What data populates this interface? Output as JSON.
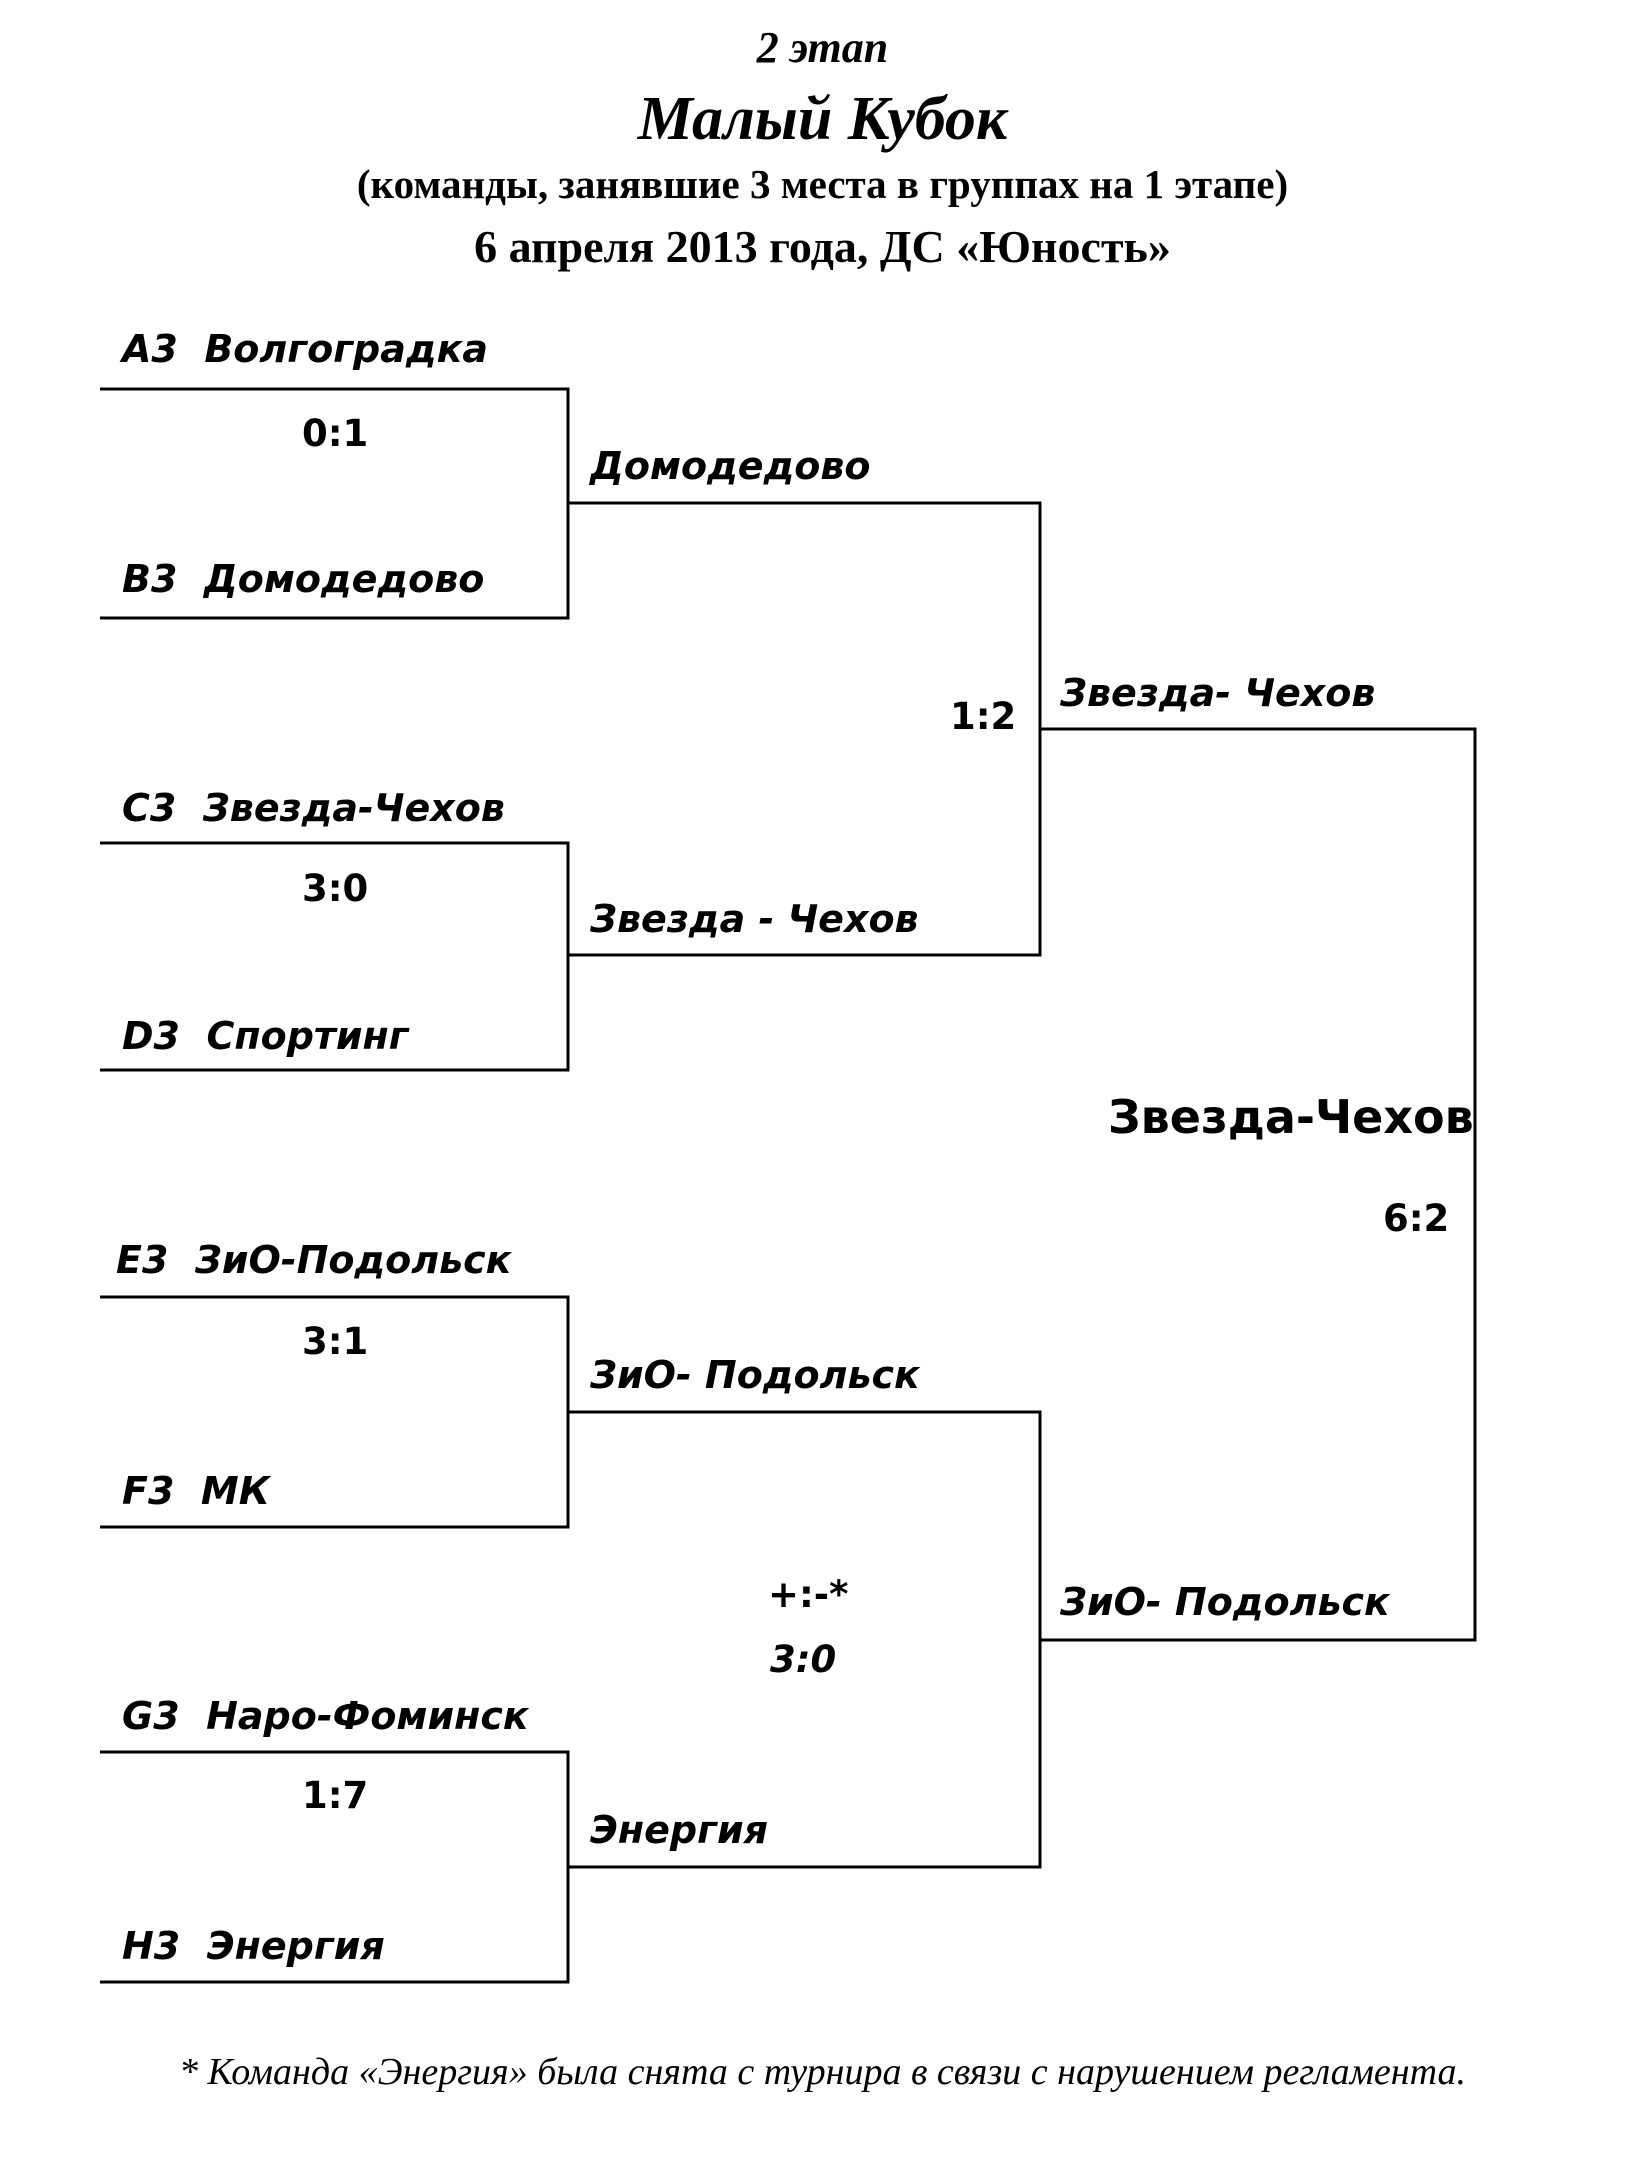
{
  "header": {
    "stage": "2 этап",
    "cup": "Малый Кубок",
    "subtitle": "(команды, занявшие 3 места в группах на 1 этапе)",
    "date_venue": "6 апреля 2013 года, ДС «Юность»"
  },
  "round1": [
    {
      "seed_a": "А3",
      "team_a": "Волгоградка",
      "score": "0:1",
      "seed_b": "В3",
      "team_b": "Домодедово"
    },
    {
      "seed_a": "С3",
      "team_a": "Звезда-Чехов",
      "score": "3:0",
      "seed_b": "D3",
      "team_b": "Спортинг"
    },
    {
      "seed_a": "Е3",
      "team_a": "ЗиО-Подольск",
      "score": "3:1",
      "seed_b": "F3",
      "team_b": "МК"
    },
    {
      "seed_a": "G3",
      "team_a": "Наро-Фоминск",
      "score": "1:7",
      "seed_b": "Н3",
      "team_b": "Энергия"
    }
  ],
  "round2": {
    "winners": [
      "Домодедово",
      "Звезда - Чехов",
      "ЗиО- Подольск",
      "Энергия"
    ],
    "score_top": "1:2",
    "score_bottom_note": "+:-*",
    "score_bottom": "3:0"
  },
  "final": {
    "teams": [
      "Звезда- Чехов",
      "ЗиО- Подольск"
    ],
    "champion": "Звезда-Чехов",
    "score": "6:2"
  },
  "footnote": "* Команда «Энергия» была снята с турнира в связи с нарушением регламента."
}
